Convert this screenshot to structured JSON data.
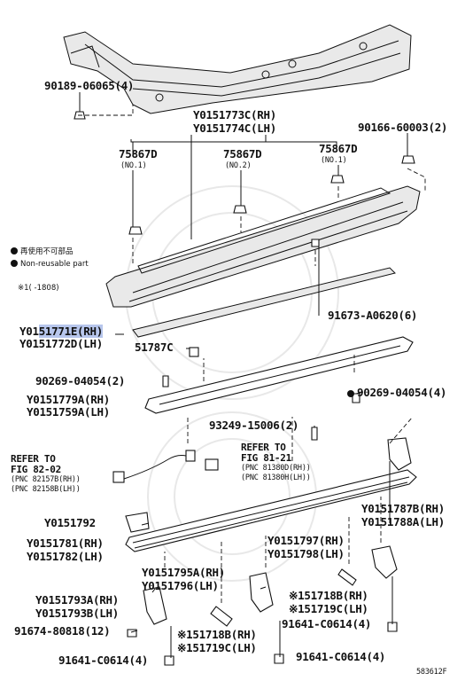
{
  "labels": {
    "p90189": "90189-06065(4)",
    "p773rh": "Y0151773C(RH)",
    "p774lh": "Y0151774C(LH)",
    "p90166": "90166-60003(2)",
    "p758a": "75867D",
    "p758a_sub": "(NO.1)",
    "p758b": "75867D",
    "p758b_sub": "(NO.2)",
    "p758c": "75867D",
    "p758c_sub": "(NO.1)",
    "legend_jp": "再使用不可部品",
    "legend_en": "Non-reusable part",
    "note1": "※1(   -1808)",
    "p771e_a": "Y01",
    "p771e_b": "51771E(RH)",
    "p772d": "Y0151772D(LH)",
    "p787c": "51787C",
    "p91673": "91673-A0620(6)",
    "p90269a": "90269-04054(2)",
    "p779rh": "Y0151779A(RH)",
    "p759lh": "Y0151759A(LH)",
    "p90269b": "90269-04054(4)",
    "p93249": "93249-15006(2)",
    "ref1_a": "REFER TO",
    "ref1_b": "FIG 82-02",
    "ref1_c": "(PNC 82157B(RH))",
    "ref1_d": "(PNC 82158B(LH))",
    "ref2_a": "REFER TO",
    "ref2_b": "FIG 81-21",
    "ref2_c": "(PNC 81380D(RH))",
    "ref2_d": "(PNC 81380H(LH))",
    "p787b": "Y0151787B(RH)",
    "p788a": "Y0151788A(LH)",
    "p792": "Y0151792",
    "p781": "Y0151781(RH)",
    "p782": "Y0151782(LH)",
    "p797": "Y0151797(RH)",
    "p798": "Y0151798(LH)",
    "p795a": "Y0151795A(RH)",
    "p796": "Y0151796(LH)",
    "p718b_r": "※151718B(RH)",
    "p719c_r": "※151719C(LH)",
    "p793a": "Y0151793A(RH)",
    "p793b": "Y0151793B(LH)",
    "p91674": "91674-80818(12)",
    "p718b_l": "※151718B(RH)",
    "p719c_l": "※151719C(LH)",
    "p91641a": "91641-C0614(4)",
    "p91641b": "91641-C0614(4)",
    "p91641c": "91641-C0614(4)",
    "figno": "583612F"
  }
}
